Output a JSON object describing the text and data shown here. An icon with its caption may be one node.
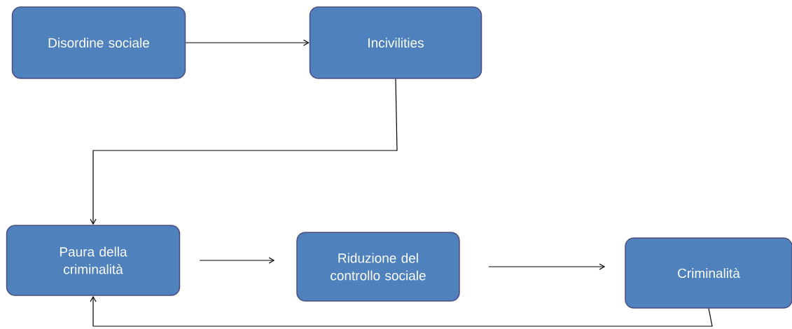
{
  "diagram": {
    "nodes": [
      {
        "text": [
          "Disordine sociale"
        ]
      },
      {
        "text": [
          "Incivilities"
        ]
      },
      {
        "text": [
          "Paura della criminalità"
        ]
      },
      {
        "text": [
          "Riduzione del controllo sociale"
        ]
      },
      {
        "text": [
          "Criminalità"
        ]
      }
    ],
    "edges": [
      {
        "from": 0,
        "to": 1,
        "arrow": "to"
      },
      {
        "from": 1,
        "to": 2,
        "arrow": "to"
      },
      {
        "from": 2,
        "to": 3,
        "arrow": "to"
      },
      {
        "from": 3,
        "to": 4,
        "arrow": "to"
      },
      {
        "from": 4,
        "to": 2,
        "arrow": "to"
      }
    ]
  }
}
